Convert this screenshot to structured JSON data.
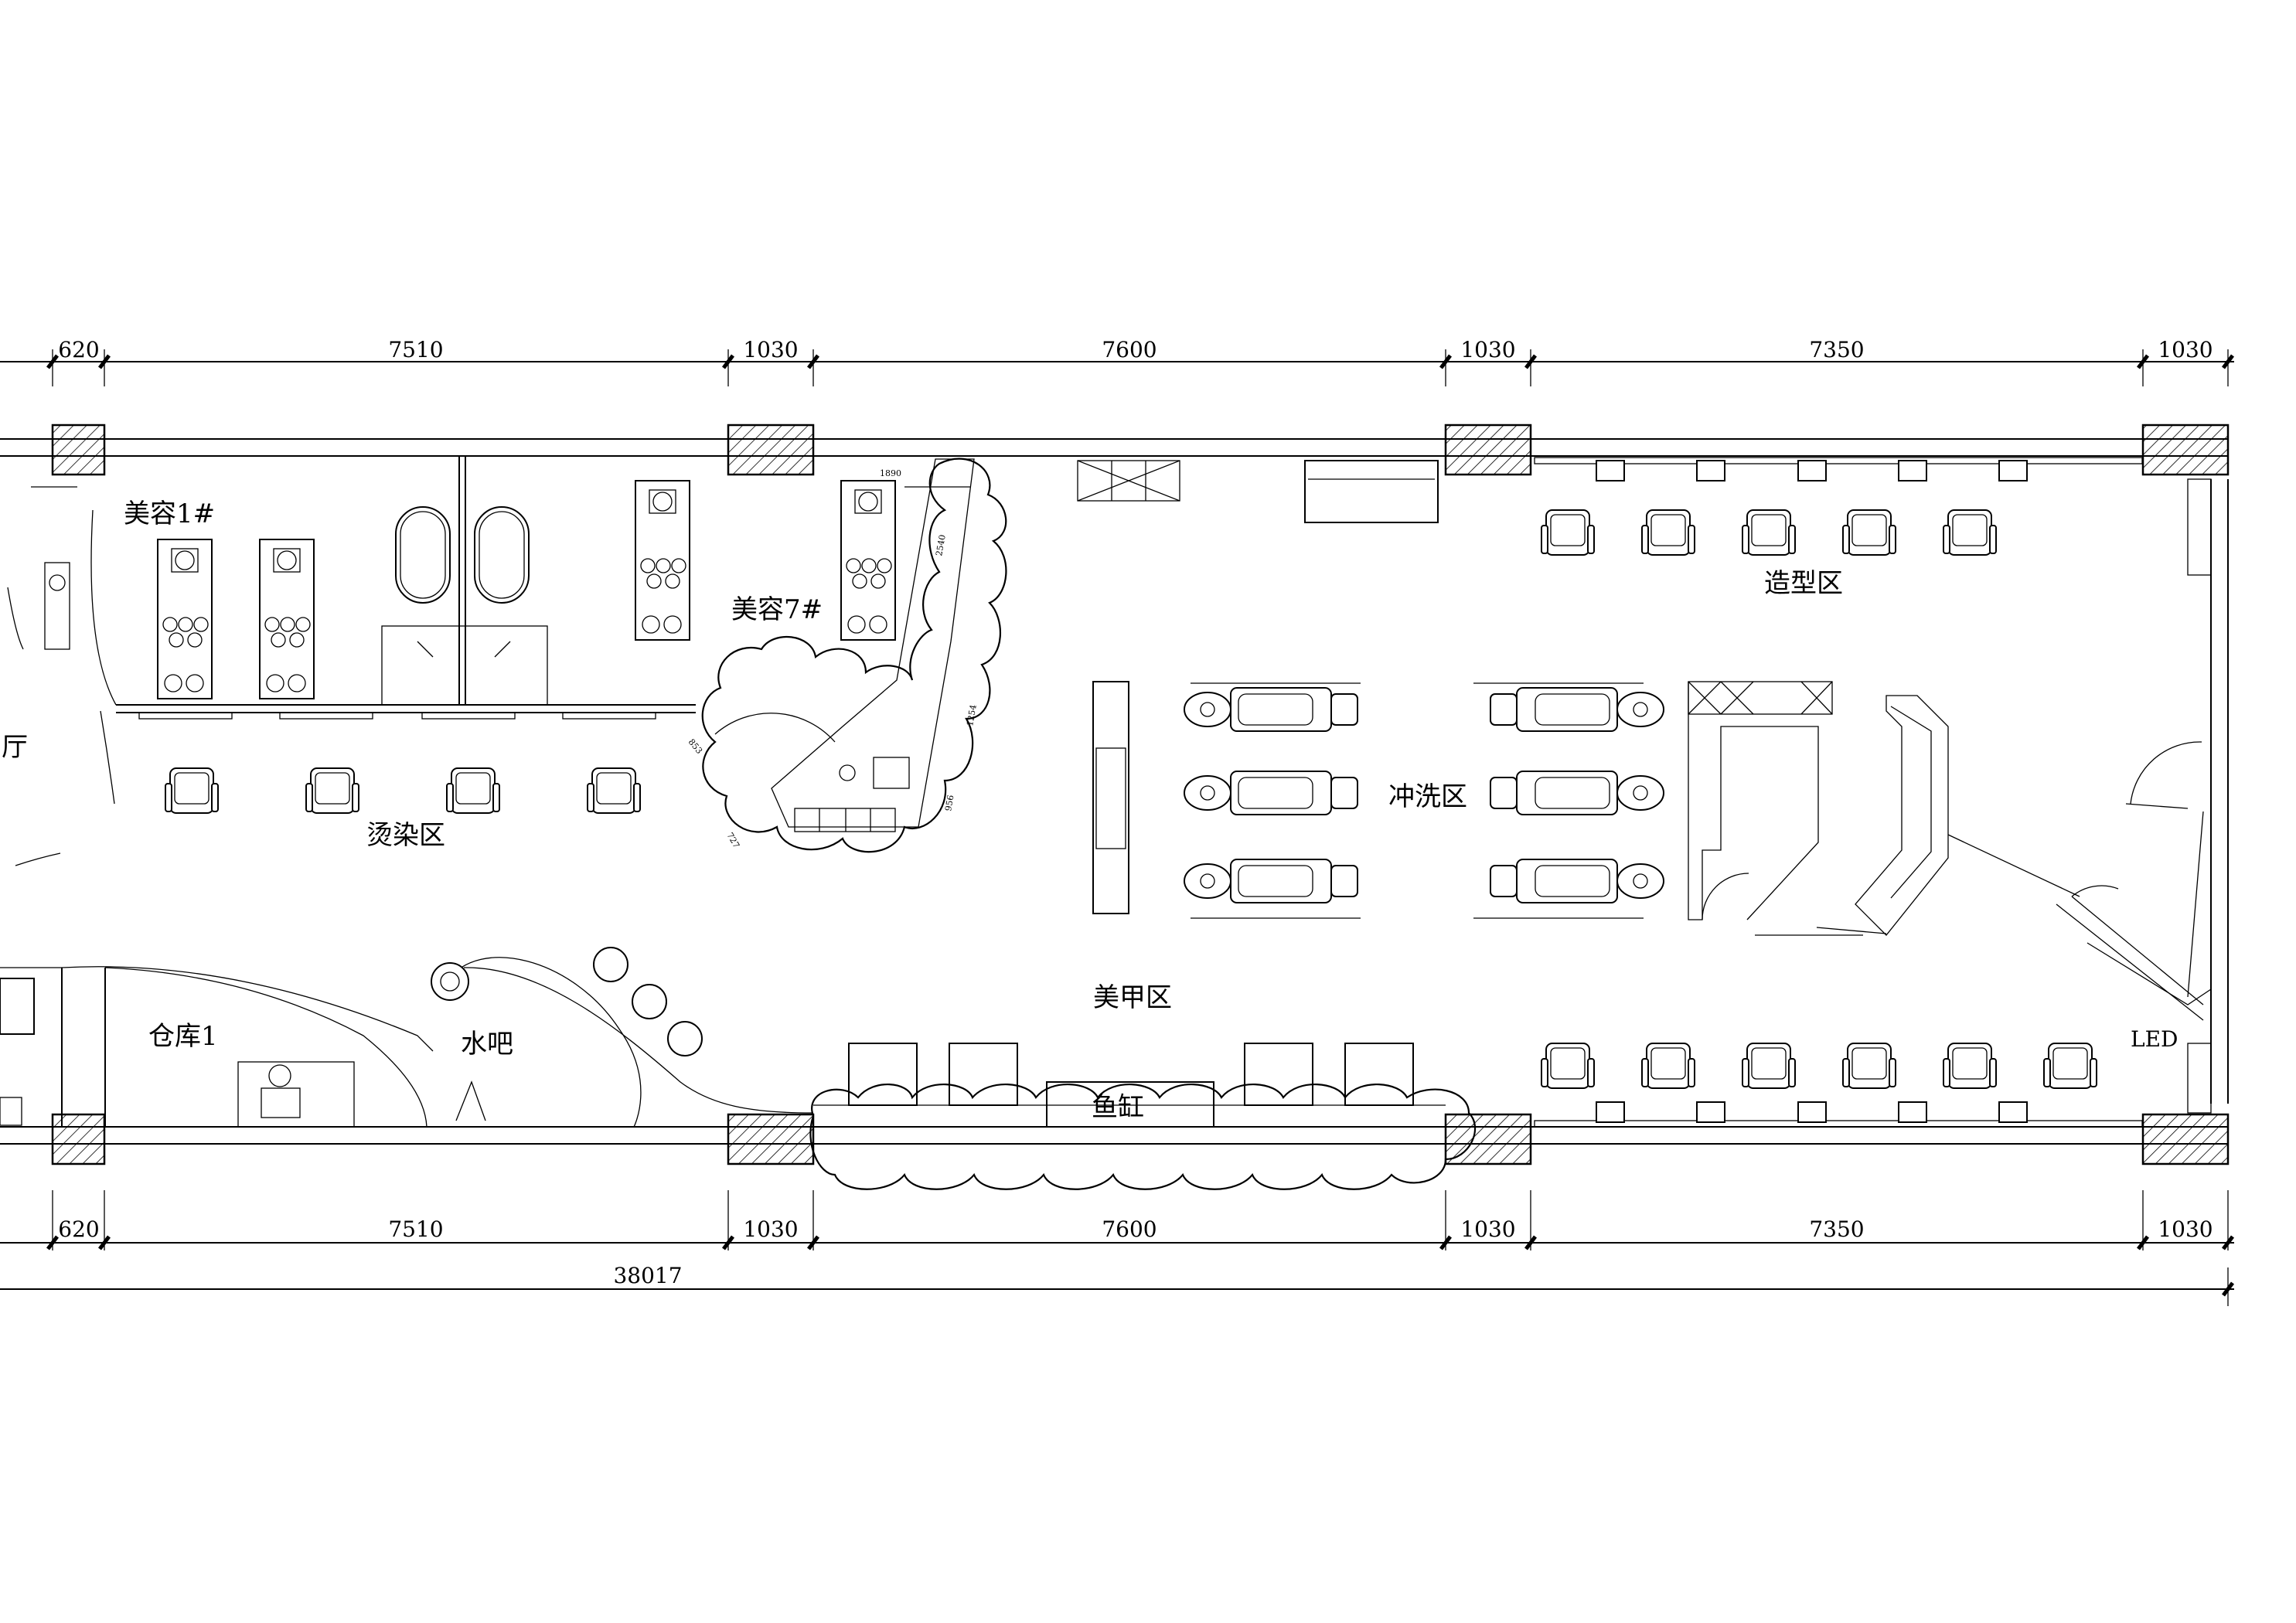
{
  "dimensions": {
    "top": [
      "620",
      "7510",
      "1030",
      "7600",
      "1030",
      "7350",
      "1030"
    ],
    "bottom": [
      "620",
      "7510",
      "1030",
      "7600",
      "1030",
      "7350",
      "1030"
    ],
    "overall": "38017"
  },
  "small_dims": {
    "counter_width": "1890",
    "counter_side_a": "2540",
    "counter_side_b": "1254",
    "counter_side_c": "956",
    "counter_side_d": "853",
    "counter_side_e": "727"
  },
  "rooms": {
    "beauty_1": "美容1#",
    "beauty_7": "美容7#",
    "perm_dye": "烫染区",
    "hall": "门厅",
    "wash": "冲洗区",
    "styling": "造型区",
    "nails": "美甲区",
    "water_bar": "水吧",
    "storage": "仓库1",
    "fish_tank": "鱼缸",
    "led": "LED"
  }
}
